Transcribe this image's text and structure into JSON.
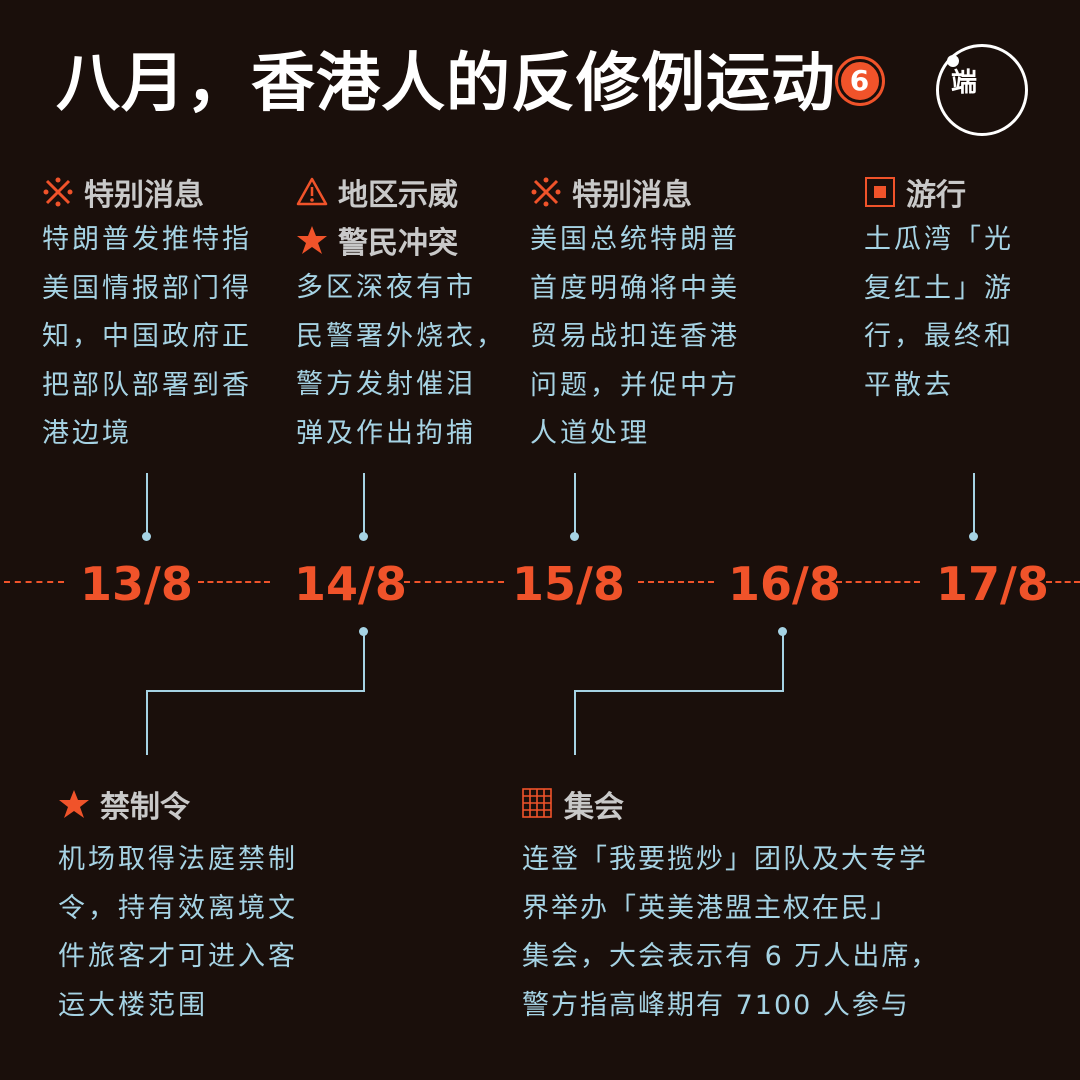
{
  "header": {
    "title": "八月，香港人的反修例运动",
    "part_number": "6",
    "logo_glyph": "端"
  },
  "colors": {
    "background": "#1a0f0b",
    "accent": "#f0532a",
    "body_text": "#a6d3e4",
    "heading_text": "#c9c9c9"
  },
  "timeline": {
    "dates": [
      "13/8",
      "14/8",
      "15/8",
      "16/8",
      "17/8"
    ]
  },
  "events_top": [
    {
      "date": "13/8",
      "tags": [
        {
          "icon": "reference-mark-icon",
          "label": "特别消息"
        }
      ],
      "lines": [
        "特朗普发推特指",
        "美国情报部门得",
        "知，中国政府正",
        "把部队部署到香",
        "港边境"
      ]
    },
    {
      "date": "14/8",
      "tags": [
        {
          "icon": "warning-icon",
          "label": "地区示威"
        },
        {
          "icon": "star-icon",
          "label": "警民冲突"
        }
      ],
      "lines": [
        "多区深夜有市",
        "民警署外烧衣，",
        "警方发射催泪",
        "弹及作出拘捕"
      ]
    },
    {
      "date": "15/8",
      "tags": [
        {
          "icon": "reference-mark-icon",
          "label": "特别消息"
        }
      ],
      "lines": [
        "美国总统特朗普",
        "首度明确将中美",
        "贸易战扣连香港",
        "问题，并促中方",
        "人道处理"
      ]
    },
    {
      "date": "17/8",
      "tags": [
        {
          "icon": "square-icon",
          "label": "游行"
        }
      ],
      "lines": [
        "土瓜湾「光",
        "复红土」游",
        "行，最终和",
        "平散去"
      ]
    }
  ],
  "events_bottom": [
    {
      "date": "14/8",
      "tags": [
        {
          "icon": "star-icon",
          "label": "禁制令"
        }
      ],
      "lines": [
        "机场取得法庭禁制",
        "令，持有效离境文",
        "件旅客才可进入客",
        "运大楼范围"
      ]
    },
    {
      "date": "16/8",
      "tags": [
        {
          "icon": "grid-icon",
          "label": "集会"
        }
      ],
      "lines": [
        "连登「我要揽炒」团队及大专学",
        "界举办「英美港盟主权在民」",
        "集会，大会表示有 6 万人出席，",
        "警方指高峰期有 7100 人参与"
      ]
    }
  ]
}
